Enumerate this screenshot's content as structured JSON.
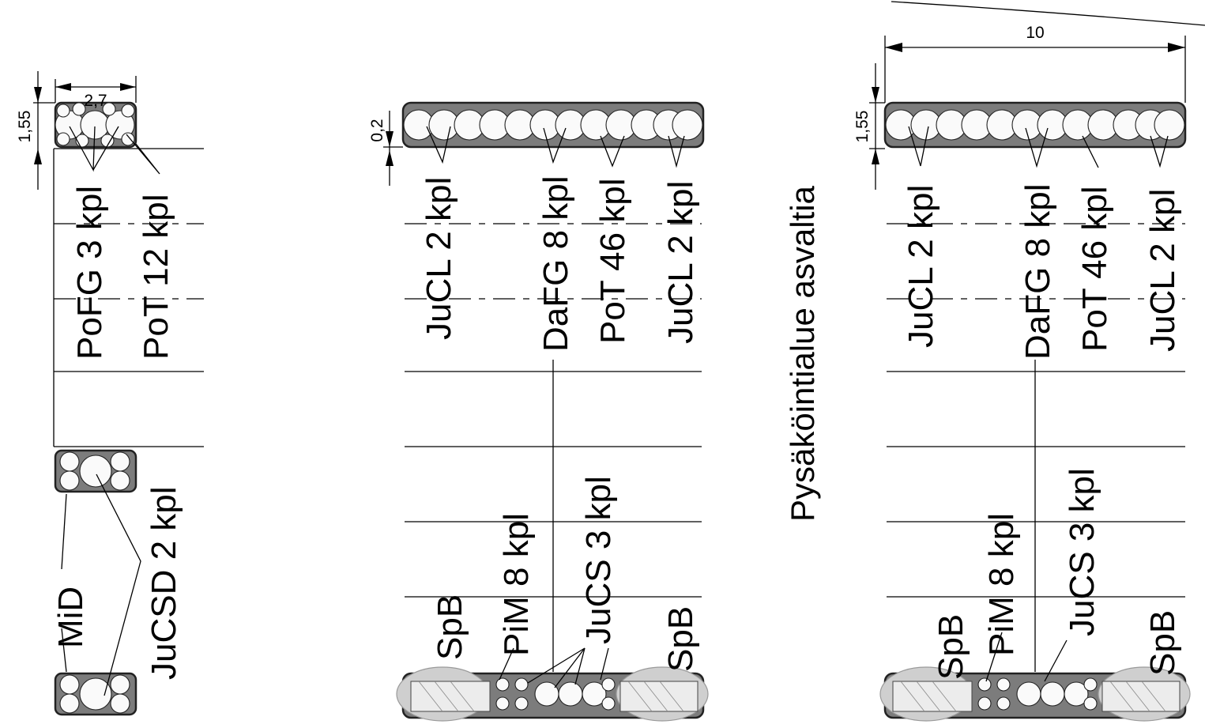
{
  "labels": {
    "pofg": "PoFG 3 kpl",
    "pot12": "PoT 12 kpl",
    "mid": "MiD",
    "jucsd": "JuCSD 2 kpl",
    "jucl_a1": "JuCL 2 kpl",
    "dafg_a": "DaFG 8 kpl",
    "pot46_a": "PoT 46 kpl",
    "jucl_a2": "JuCL 2 kpl",
    "spb_a1": "SpB",
    "pim_a": "PiM 8 kpl",
    "jucs_a": "JuCS 3 kpl",
    "spb_a2": "SpB",
    "title": "Pysäköintialue asvaltia",
    "jucl_b1": "JuCL 2 kpl",
    "dafg_b": "DaFG 8 kpl",
    "pot46_b": "PoT 46 kpl",
    "jucl_b2": "JuCL 2 kpl",
    "spb_b1": "SpB",
    "pim_b": "PiM 8 kpl",
    "jucs_b": "JuCS 3 kpl",
    "spb_b2": "SpB"
  },
  "dimensions": {
    "small_width": "2,7",
    "small_depth": "1,55",
    "mid_depth": "0,2",
    "large_width": "10",
    "large_depth": "1,55"
  }
}
